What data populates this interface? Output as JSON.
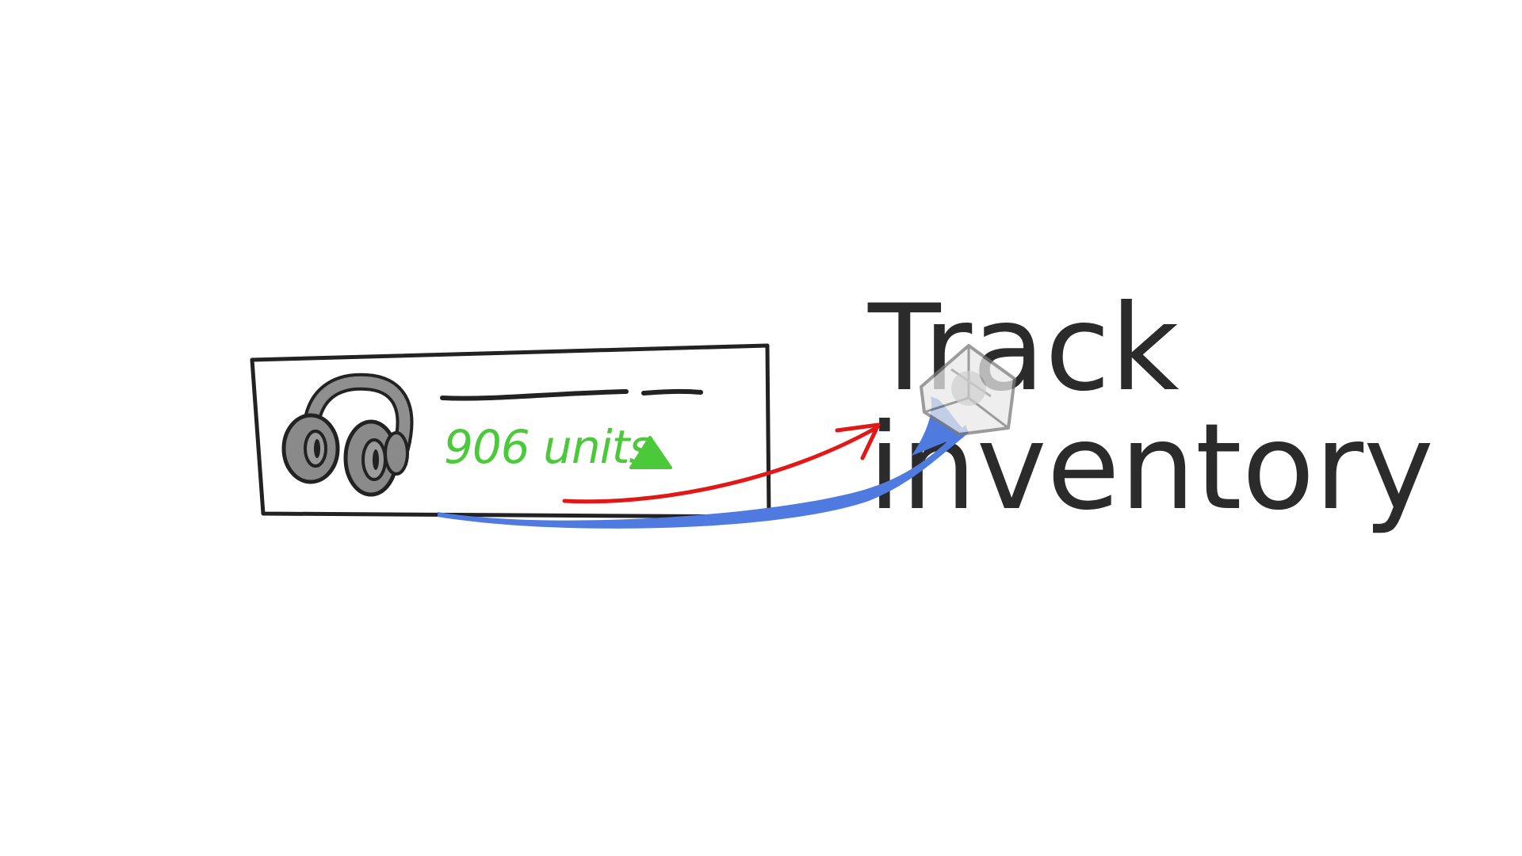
{
  "card": {
    "stock_label": "906 units",
    "trend": "up",
    "product_icon": "headphones-icon"
  },
  "headline": {
    "line1": "Track",
    "line2": "inventory"
  },
  "icons": {
    "product": "headphones-icon",
    "trend": "triangle-up-icon",
    "package": "box-icon",
    "arrow": "arrow-icon"
  },
  "colors": {
    "text": "#2b2b2b",
    "stock_green": "#4cc93a",
    "blue_swoosh": "#4f7be0",
    "red_arrow": "#e01818",
    "icon_gray": "#8a8a8a"
  }
}
